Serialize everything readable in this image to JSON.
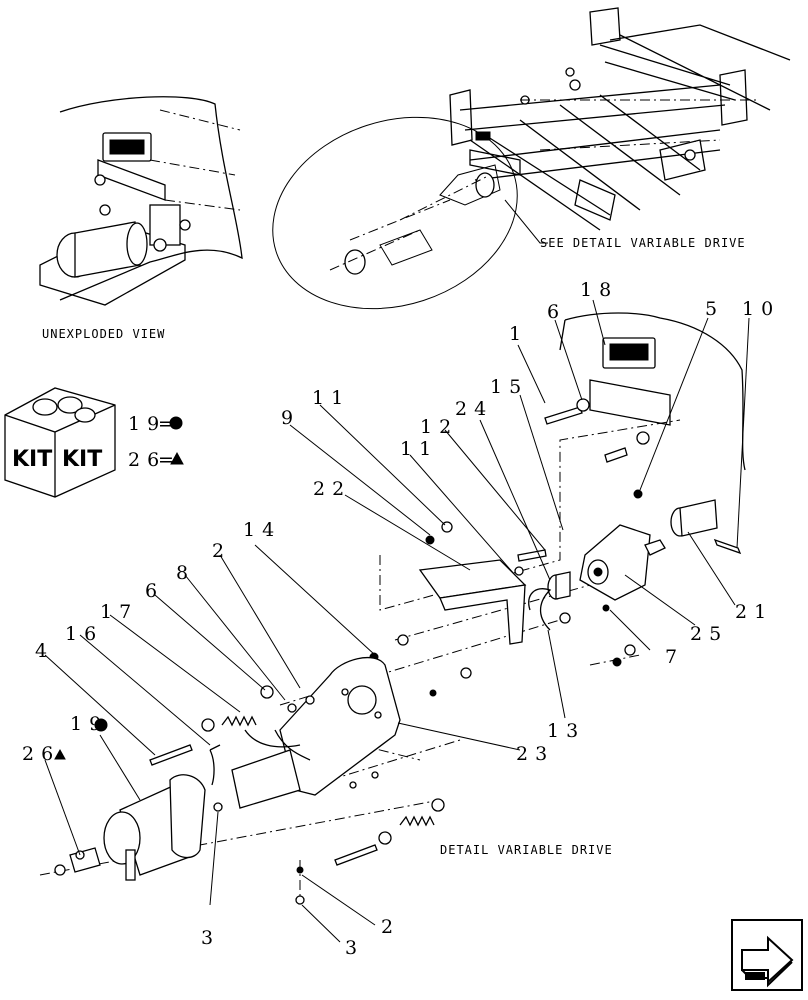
{
  "labels": {
    "unexploded": "UNEXPLODED VIEW",
    "see_detail": "SEE DETAIL  VARIABLE DRIVE",
    "detail": "DETAIL  VARIABLE DRIVE",
    "kit_left": "KIT",
    "kit_right": "KIT"
  },
  "legend": [
    {
      "num": "19",
      "symbol": "circle",
      "sep": "="
    },
    {
      "num": "26",
      "symbol": "triangle",
      "sep": "="
    }
  ],
  "callouts": [
    "1",
    "6",
    "18",
    "5",
    "10",
    "11",
    "9",
    "11",
    "12",
    "24",
    "15",
    "22",
    "14",
    "2",
    "8",
    "6",
    "17",
    "16",
    "4",
    "19",
    "26",
    "3",
    "2",
    "3",
    "23",
    "13",
    "25",
    "21",
    "7"
  ],
  "nav_icon": "next-page-arrow-icon"
}
